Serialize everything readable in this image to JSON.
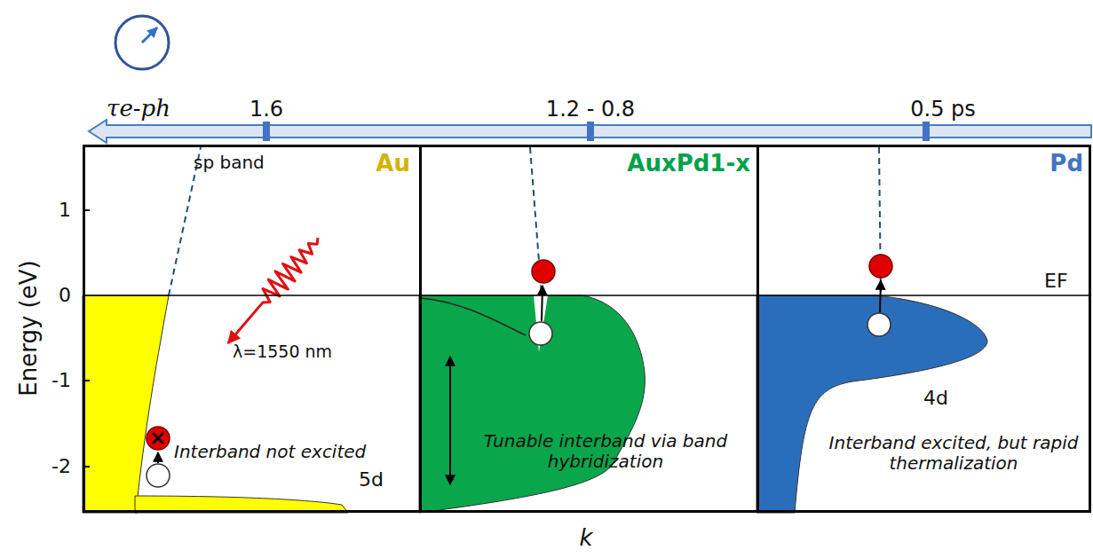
{
  "diagram": {
    "nodes": [
      {
        "text": [
          "Au",
          "sp band",
          "λ=1550 nm",
          "Interband not excited",
          "5d"
        ]
      },
      {
        "text": [
          "AuxPd1-x",
          "Tunable interband via band hybridization"
        ]
      },
      {
        "text": [
          "Pd",
          "EF",
          "Interband excited, but rapid thermalization",
          "4d"
        ]
      }
    ],
    "labels": [
      "τe-ph",
      "1.6",
      "1.2 - 0.8",
      "0.5 ps",
      "1",
      "0",
      "-1",
      "-2",
      "Energy (eV)",
      "k"
    ]
  }
}
